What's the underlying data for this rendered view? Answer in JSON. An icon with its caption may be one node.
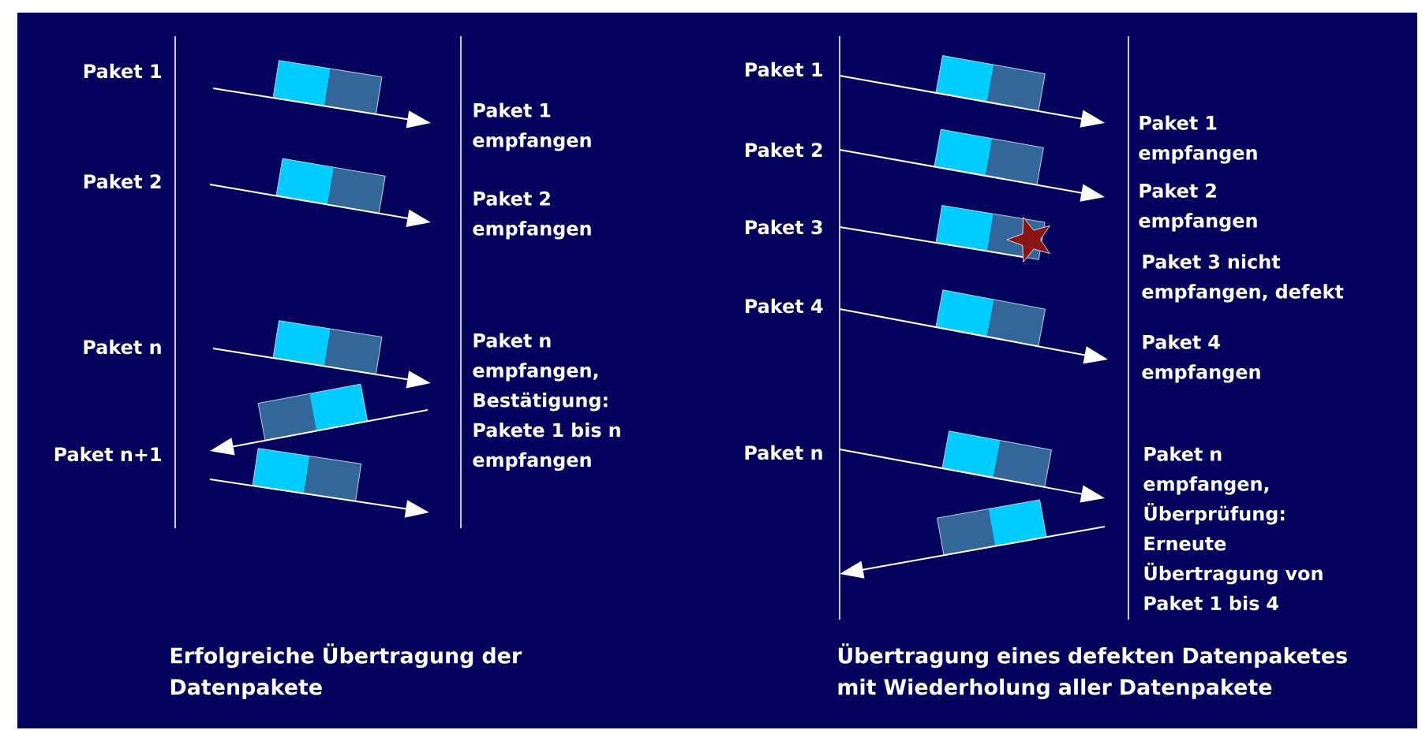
{
  "diagram": {
    "nodes": [
      {
        "text": [
          "Paket 1"
        ]
      },
      {
        "text": [
          "Paket 2"
        ]
      },
      {
        "text": [
          "Paket n"
        ]
      },
      {
        "text": [
          "Paket n+1"
        ]
      },
      {
        "text": [
          "Paket 1 empfangen"
        ]
      },
      {
        "text": [
          "Paket 2 empfangen"
        ]
      },
      {
        "text": [
          "Paket n empfangen, Bestätigung: Pakete 1 bis n empfangen"
        ]
      },
      {
        "text": [
          "Paket 1"
        ]
      },
      {
        "text": [
          "Paket 2"
        ]
      },
      {
        "text": [
          "Paket 3"
        ]
      },
      {
        "text": [
          "Paket 4"
        ]
      },
      {
        "text": [
          "Paket n"
        ]
      },
      {
        "text": [
          "Paket 1 empfangen"
        ]
      },
      {
        "text": [
          "Paket 2 empfangen"
        ]
      },
      {
        "text": [
          "Paket 3 nicht empfangen, defekt"
        ]
      },
      {
        "text": [
          "Paket 4 empfangen"
        ]
      },
      {
        "text": [
          "Paket n empfangen, Überprüfung: Erneute Übertragung von Paket 1 bis 4"
        ]
      },
      {
        "text": [],
        "shape": "star"
      }
    ],
    "edges": [
      {
        "from": 0,
        "to": 4,
        "arrow": "to"
      },
      {
        "from": 1,
        "to": 5,
        "arrow": "to"
      },
      {
        "from": 2,
        "to": 6,
        "arrow": "to"
      },
      {
        "from": 6,
        "to": 3,
        "arrow": "to"
      },
      {
        "from": 3,
        "to": null,
        "arrow": "to"
      },
      {
        "from": 7,
        "to": 12,
        "arrow": "to"
      },
      {
        "from": 8,
        "to": 13,
        "arrow": "to"
      },
      {
        "from": 9,
        "to": 17,
        "arrow": "none"
      },
      {
        "from": 10,
        "to": 15,
        "arrow": "to"
      },
      {
        "from": 11,
        "to": 16,
        "arrow": "to"
      },
      {
        "from": 16,
        "to": null,
        "arrow": "to"
      }
    ],
    "labels": [
      "Erfolgreiche Übertragung der Datenpakete",
      "Übertragung eines defekten Datenpaketes mit Wiederholung aller Datenpakete"
    ]
  }
}
